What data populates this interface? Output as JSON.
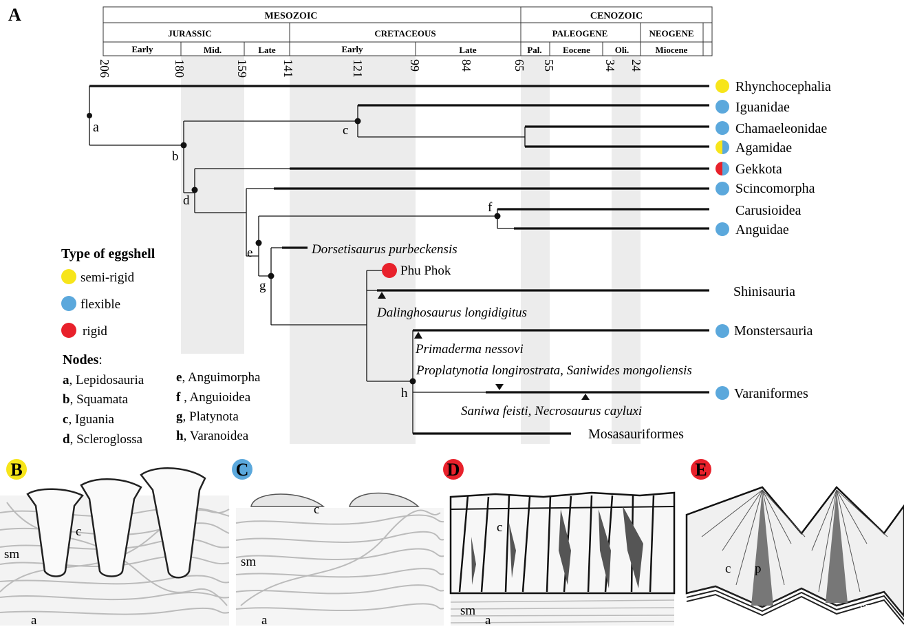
{
  "panel_labels": [
    "A",
    "B",
    "C",
    "D",
    "E"
  ],
  "timescale": {
    "eras": [
      "MESOZOIC",
      "CENOZOIC"
    ],
    "periods": [
      "JURASSIC",
      "CRETACEOUS",
      "PALEOGENE",
      "NEOGENE"
    ],
    "epochs": [
      "Early",
      "Mid.",
      "Late",
      "Early",
      "Late",
      "Pal.",
      "Eocene",
      "Oli.",
      "Miocene"
    ],
    "ticks": [
      "206",
      "180",
      "159",
      "141",
      "121",
      "99",
      "84",
      "65",
      "55",
      "34",
      "24"
    ]
  },
  "taxa": [
    {
      "name": "Rhynchocephalia",
      "eggshell": "semi-rigid"
    },
    {
      "name": "Iguanidae",
      "eggshell": "flexible"
    },
    {
      "name": "Chamaeleonidae",
      "eggshell": "flexible"
    },
    {
      "name": "Agamidae",
      "eggshell": "semi-rigid/flexible"
    },
    {
      "name": "Gekkota",
      "eggshell": "rigid/flexible"
    },
    {
      "name": "Scincomorpha",
      "eggshell": "flexible"
    },
    {
      "name": "Carusioidea",
      "eggshell": ""
    },
    {
      "name": "Anguidae",
      "eggshell": "flexible"
    },
    {
      "name": "Shinisauria",
      "eggshell": ""
    },
    {
      "name": "Monstersauria",
      "eggshell": "flexible"
    },
    {
      "name": "Varaniformes",
      "eggshell": "flexible"
    },
    {
      "name": "Mosasauriformes",
      "eggshell": ""
    }
  ],
  "fossils": {
    "dorsetisaurus": "Dorsetisaurus purbeckensis",
    "phu_phok": "Phu Phok",
    "dalinghosaurus": "Dalinghosaurus longidigitus",
    "primaderma": "Primaderma nessovi",
    "proplatynotia": "Proplatynotia longirostrata, Saniwides mongoliensis",
    "saniwa": "Saniwa feisti, Necrosaurus cayluxi"
  },
  "node_letters": [
    "a",
    "b",
    "c",
    "d",
    "e",
    "f",
    "g",
    "h"
  ],
  "legend": {
    "title": "Type of eggshell",
    "items": [
      {
        "label": "semi-rigid",
        "color": "#f7e51a"
      },
      {
        "label": "flexible",
        "color": "#5ba8dc"
      },
      {
        "label": "rigid",
        "color": "#e8212b"
      }
    ]
  },
  "nodes": {
    "title": "Nodes",
    "left": [
      {
        "letter": "a",
        "name": ", Lepidosauria"
      },
      {
        "letter": "b",
        "name": ", Squamata"
      },
      {
        "letter": "c",
        "name": ", Iguania"
      },
      {
        "letter": "d",
        "name": ", Scleroglossa"
      }
    ],
    "right": [
      {
        "letter": "e",
        "name": ", Anguimorpha"
      },
      {
        "letter": "f",
        "name": " , Anguioidea"
      },
      {
        "letter": "g",
        "name": ", Platynota"
      },
      {
        "letter": "h",
        "name": ", Varanoidea"
      }
    ]
  },
  "histology_labels": {
    "b": [
      "sm",
      "c",
      "a"
    ],
    "c": [
      "sm",
      "c",
      "a"
    ],
    "d": [
      "c",
      "sm",
      "a"
    ],
    "e": [
      "c",
      "p",
      "sm"
    ]
  },
  "colors": {
    "semi_rigid": "#f7e51a",
    "flexible": "#5ba8dc",
    "rigid": "#e8212b",
    "band": "#ececec"
  }
}
